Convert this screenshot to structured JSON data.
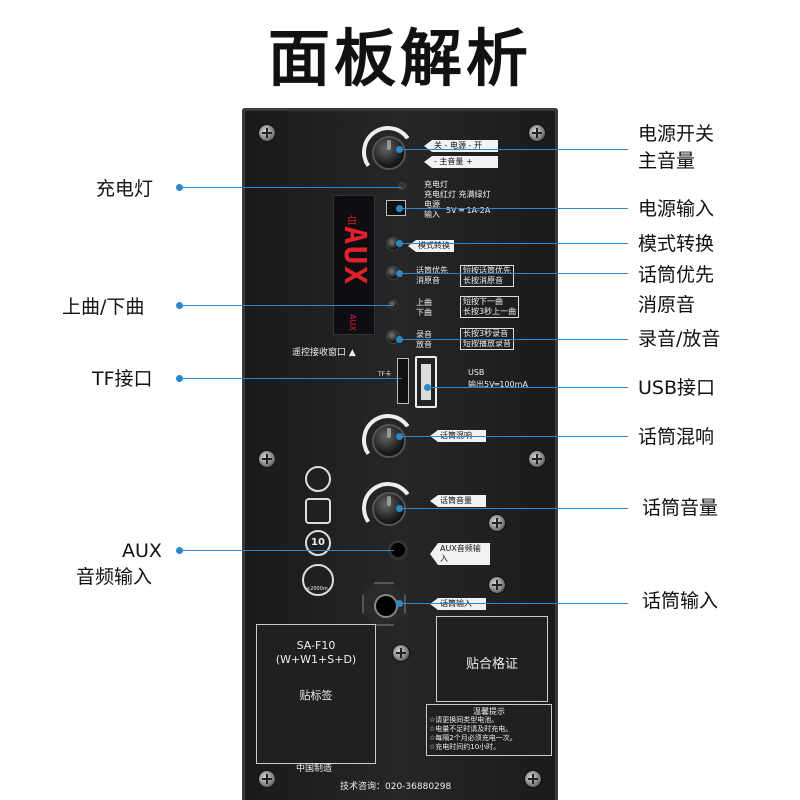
{
  "title": "面板解析",
  "panel": {
    "power_tag_top": "关 - 电源 - 开",
    "power_tag_bottom": "- 主音量 +",
    "charge_text1": "充电灯",
    "charge_text2": "充电红灯 充满绿灯",
    "power_in_label1": "电源",
    "power_in_label2": "输入",
    "power_in_spec": "5V ═ 1A-2A",
    "mode_tag": "模式转换",
    "mic_priority1": "话筒优先",
    "mic_priority2": "消原音",
    "mic_priority_box1": "短按话筒优先",
    "mic_priority_box2": "长按消原音",
    "track1": "上曲",
    "track2": "下曲",
    "track_box1": "短按下一曲",
    "track_box2": "长按3秒上一曲",
    "record1": "录音",
    "record2": "放音",
    "record_box1": "长按3秒录音",
    "record_box2": "短按播放录音",
    "remote_window": "遥控接收窗口 ▲",
    "display_top": "白",
    "display_main": "AUX",
    "display_bottom": "AUX",
    "tf_small": "TF卡",
    "usb_label": "USB",
    "usb_spec": "输出5V═100mA",
    "mic_reverb_tag": "话筒混响",
    "mic_volume_tag": "话筒音量",
    "aux_tag": "AUX音频输入",
    "mic_input_tag": "话筒输入",
    "logo_10": "10",
    "logo_altitude": "≤2000m",
    "model_line1": "SA-F10",
    "model_line2": "(W+W1+S+D)",
    "sticker": "贴标签",
    "made_in": "中国制造",
    "certificate": "贴合格证",
    "tips_title": "温馨提示",
    "tips": [
      "☆请更换同类型电池。",
      "☆电量不足时请及时充电。",
      "☆每隔2个月必须充电一次。",
      "☆充电时间约10小时。"
    ],
    "hotline": "技术咨询：020-36880298"
  },
  "callouts": {
    "power_switch": "电源开关",
    "main_volume": "主音量",
    "charge_light": "充电灯",
    "power_input": "电源输入",
    "mode_switch": "模式转换",
    "mic_priority": "话筒优先",
    "vocal_cut": "消原音",
    "prev_next": "上曲/下曲",
    "record_play": "录音/放音",
    "tf_port": "TF接口",
    "usb_port": "USB接口",
    "mic_reverb": "话筒混响",
    "mic_volume": "话筒音量",
    "aux_line1": "AUX",
    "aux_line2": "音频输入",
    "mic_input": "话筒输入"
  },
  "colors": {
    "callout_line": "#2b88c9",
    "display_red": "#e0202a",
    "panel": "#1f1f1f"
  }
}
